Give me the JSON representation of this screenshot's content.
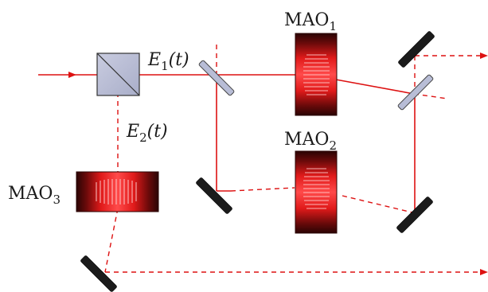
{
  "labels": {
    "e1": {
      "base": "E",
      "sub": "1",
      "arg": "(t)"
    },
    "e2": {
      "base": "E",
      "sub": "2",
      "arg": "(t)"
    },
    "mao1": {
      "base": "MAO",
      "sub": "1"
    },
    "mao2": {
      "base": "MAO",
      "sub": "2"
    },
    "mao3": {
      "base": "MAO",
      "sub": "3"
    }
  },
  "colors": {
    "beam": "#dd1111",
    "mirror_dark": "#1b1b1b",
    "splitter_fill": "#b8bdd6",
    "modulator_glow": "#ff3030",
    "modulator_edge": "#2b0505"
  }
}
